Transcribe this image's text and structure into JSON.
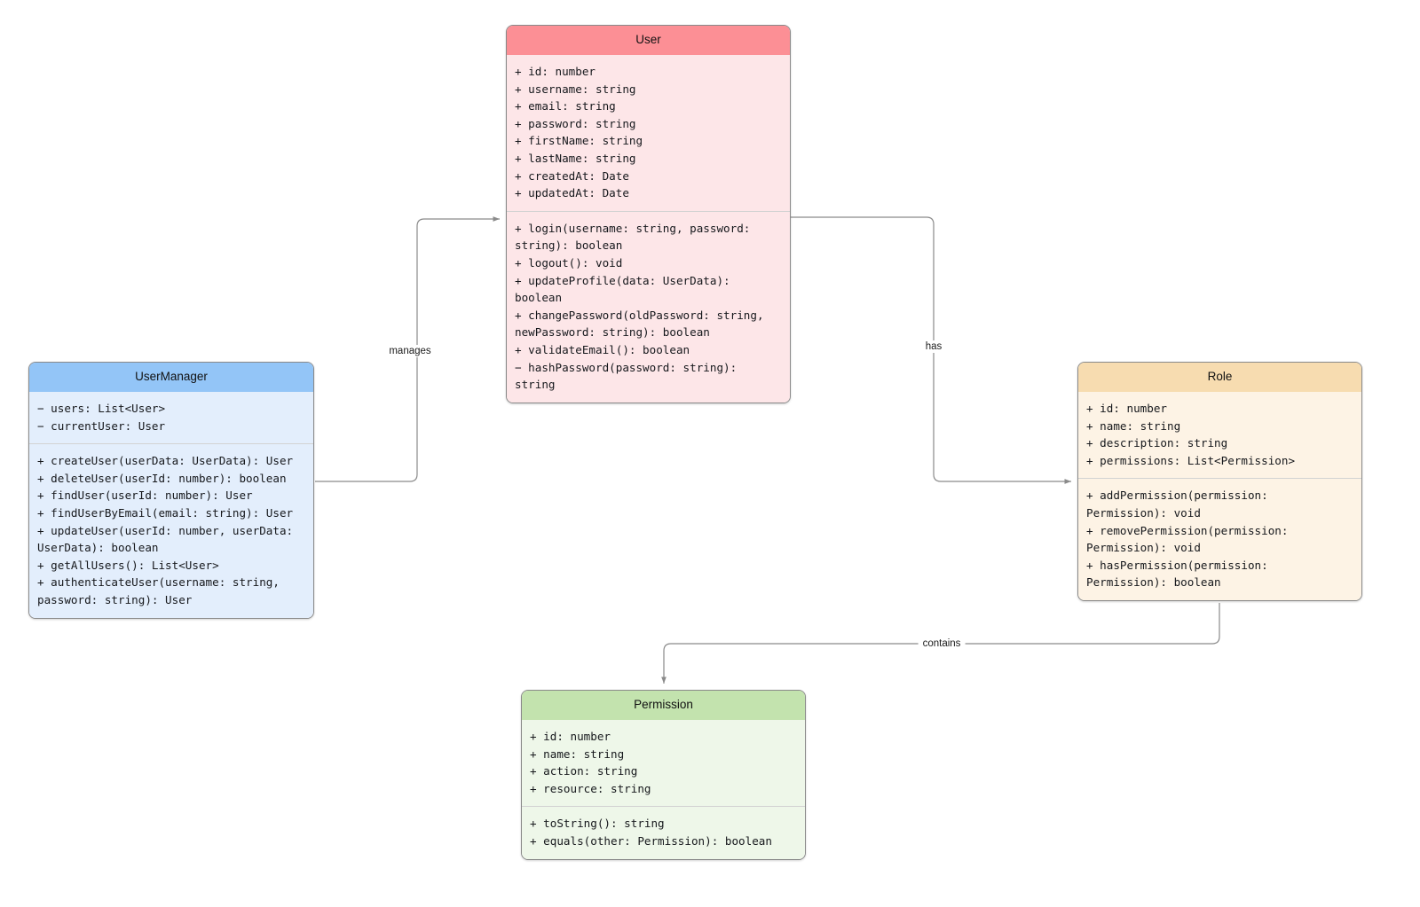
{
  "diagram": {
    "type": "uml-class-diagram",
    "background": "#ffffff"
  },
  "classes": [
    {
      "id": "user",
      "name": "User",
      "header_color": "#fc8f95",
      "body_color": "#fde6e8",
      "attributes": [
        "+ id: number",
        "+ username: string",
        "+ email: string",
        "+ password: string",
        "+ firstName: string",
        "+ lastName: string",
        "+ createdAt: Date",
        "+ updatedAt: Date"
      ],
      "methods": [
        "+ login(username: string, password: string): boolean",
        "+ logout(): void",
        "+ updateProfile(data: UserData): boolean",
        "+ changePassword(oldPassword: string, newPassword: string): boolean",
        "+ validateEmail(): boolean",
        "− hashPassword(password: string): string"
      ]
    },
    {
      "id": "usermanager",
      "name": "UserManager",
      "header_color": "#93c5f7",
      "body_color": "#e3eefc",
      "attributes": [
        "− users: List<User>",
        "− currentUser: User"
      ],
      "methods": [
        "+ createUser(userData: UserData): User",
        "+ deleteUser(userId: number): boolean",
        "+ findUser(userId: number): User",
        "+ findUserByEmail(email: string): User",
        "+ updateUser(userId: number, userData: UserData): boolean",
        "+ getAllUsers(): List<User>",
        "+ authenticateUser(username: string, password: string): User"
      ]
    },
    {
      "id": "role",
      "name": "Role",
      "header_color": "#f7dcb0",
      "body_color": "#fdf3e5",
      "attributes": [
        "+ id: number",
        "+ name: string",
        "+ description: string",
        "+ permissions: List<Permission>"
      ],
      "methods": [
        "+ addPermission(permission: Permission): void",
        "+ removePermission(permission: Permission): void",
        "+ hasPermission(permission: Permission): boolean"
      ]
    },
    {
      "id": "permission",
      "name": "Permission",
      "header_color": "#c3e3ae",
      "body_color": "#eef7e9",
      "attributes": [
        "+ id: number",
        "+ name: string",
        "+ action: string",
        "+ resource: string"
      ],
      "methods": [
        "+ toString(): string",
        "+ equals(other: Permission): boolean"
      ]
    }
  ],
  "relationships": [
    {
      "id": "manages",
      "label": "manages",
      "from": "UserManager",
      "to": "User"
    },
    {
      "id": "has",
      "label": "has",
      "from": "User",
      "to": "Role"
    },
    {
      "id": "contains",
      "label": "contains",
      "from": "Role",
      "to": "Permission"
    }
  ],
  "edge_style": {
    "color": "#8a8a8a"
  }
}
